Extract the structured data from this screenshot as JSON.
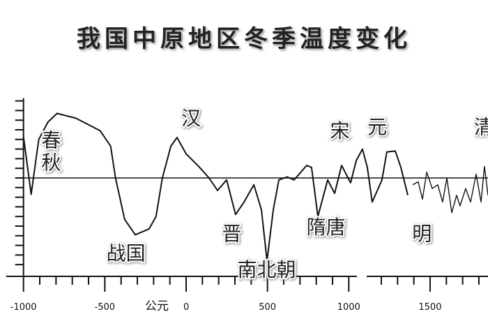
{
  "chart_data": {
    "type": "line",
    "title": "我国中原地区冬季温度变化",
    "xlabel": "公元",
    "ylabel": "",
    "xlim": [
      -1000,
      1860
    ],
    "ylim": [
      -10,
      8
    ],
    "grid": false,
    "x_ticks": [
      -1000,
      -500,
      0,
      500,
      1000,
      1500
    ],
    "x_tick_labels": [
      "-1000",
      "-500",
      "0",
      "500",
      "1000",
      "1500"
    ],
    "series": [
      {
        "x": [
          -1000,
          -953,
          -906,
          -850,
          -794,
          -678,
          -528,
          -464,
          -434,
          -378,
          -313,
          -228,
          -185,
          -146,
          -94,
          -56,
          0,
          77,
          141,
          193,
          249,
          304,
          356,
          416,
          463,
          497,
          536,
          570,
          621,
          664,
          741,
          771,
          810,
          870,
          913,
          956,
          1011,
          1046,
          1084,
          1114,
          1144,
          1204,
          1234,
          1286,
          1320,
          1363
        ],
        "y": [
          4.3,
          -1.7,
          4.0,
          5.8,
          6.7,
          6.2,
          4.9,
          3.3,
          0,
          -4.3,
          -5.9,
          -5.3,
          -4.0,
          0,
          3.3,
          4.2,
          2.5,
          1.2,
          0,
          -1.3,
          -0.2,
          -3.8,
          -2.5,
          -0.7,
          -3.3,
          -8.6,
          -3.3,
          -0.2,
          0.1,
          -0.2,
          1.3,
          1.1,
          -4.0,
          -0.2,
          -1.6,
          1.3,
          -0.5,
          1.8,
          3.0,
          1.1,
          -2.5,
          -0.2,
          2.7,
          2.8,
          1.1,
          -1.8
        ]
      },
      {
        "x": [
          1393,
          1427,
          1453,
          1479,
          1513,
          1547,
          1577,
          1603,
          1633,
          1663,
          1684,
          1719,
          1749,
          1783,
          1813,
          1834,
          1856
        ],
        "y": [
          -0.7,
          -0.4,
          -2.2,
          0.6,
          -1.1,
          -0.7,
          -2.5,
          0,
          -3.6,
          -1.8,
          -2.9,
          -1.1,
          -2.5,
          0.4,
          -2.5,
          1.2,
          -1.8
        ]
      }
    ],
    "annotations": [
      {
        "text": "春秋",
        "x": -830,
        "y": 2.2,
        "vertical": true
      },
      {
        "text": "战国",
        "x": -370,
        "y": -8.5
      },
      {
        "text": "汉",
        "x": 30,
        "y": 5.5
      },
      {
        "text": "晋",
        "x": 280,
        "y": -6.5
      },
      {
        "text": "南北朝",
        "x": 495,
        "y": -10.2
      },
      {
        "text": "隋唐",
        "x": 860,
        "y": -5.8
      },
      {
        "text": "宋",
        "x": 945,
        "y": 4.2
      },
      {
        "text": "元",
        "x": 1175,
        "y": 4.6
      },
      {
        "text": "明",
        "x": 1450,
        "y": -6.5
      },
      {
        "text": "清",
        "x": 1830,
        "y": 4.6
      }
    ]
  }
}
